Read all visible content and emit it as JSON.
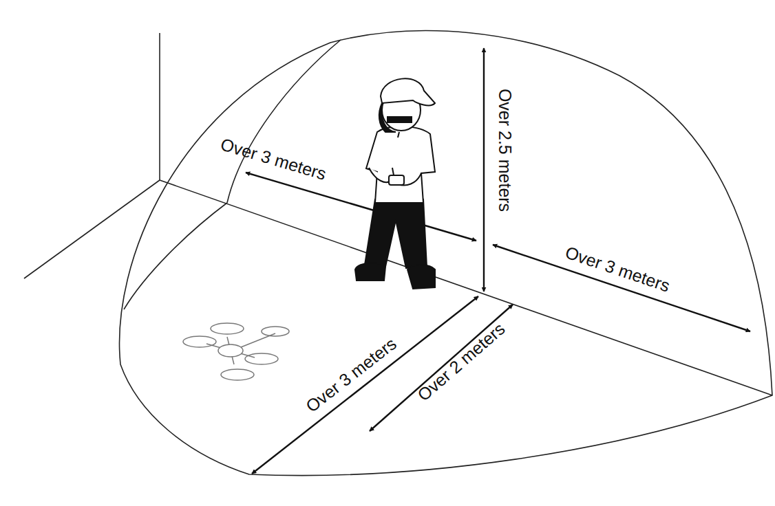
{
  "diagram": {
    "labels": [
      "Over 3 meters",
      "Over 2.5 meters",
      "Over 3 meters",
      "Over 3 meters",
      "Over 2 meters"
    ]
  }
}
